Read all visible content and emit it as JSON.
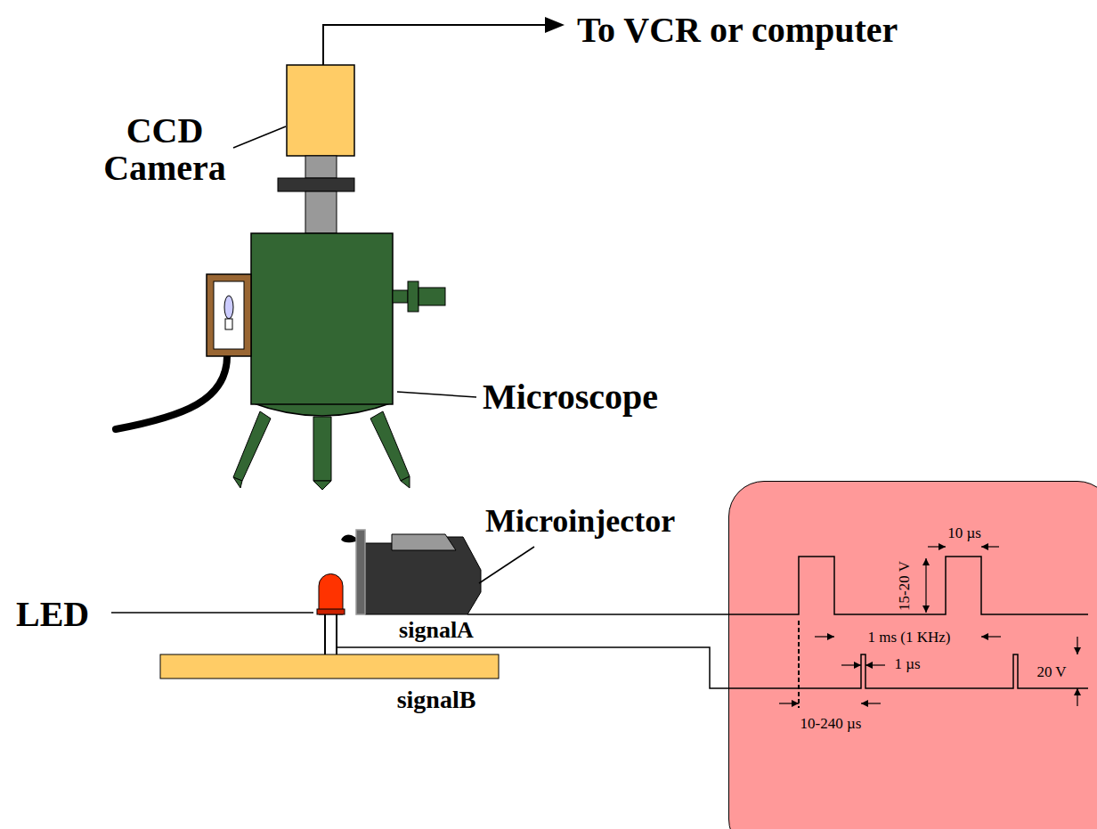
{
  "diagram": {
    "nodes": [
      {
        "text": [
          "10 µs",
          "15-20 V",
          "1 ms (1 KHz)",
          "1 µs",
          "20 V",
          "10-240 µs"
        ]
      }
    ],
    "labels": [
      "To VCR or computer",
      "CCD Camera",
      "Microscope",
      "Microinjector",
      "signalA",
      "LED",
      "signalB"
    ]
  }
}
